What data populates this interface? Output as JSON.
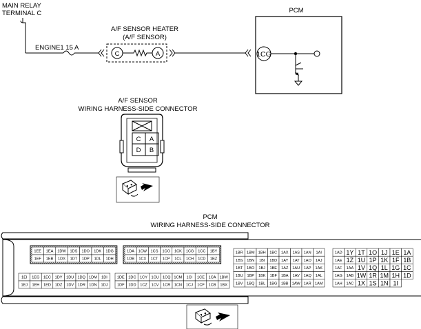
{
  "schematic": {
    "main_relay_line1": "MAIN RELAY",
    "main_relay_line2": "TERMINAL C",
    "fuse_label": "ENGINE1 15 A",
    "heater_line1": "A/F SENSOR HEATER",
    "heater_line2": "(A/F SENSOR)",
    "heater_pin_c": "C",
    "heater_pin_a": "A",
    "pcm_title": "PCM",
    "pcm_pin": "1CG"
  },
  "af_connector": {
    "title_line1": "A/F SENSOR",
    "title_line2": "WIRING HARNESS-SIDE CONNECTOR",
    "pins": [
      "C",
      "A",
      "D",
      "B"
    ]
  },
  "pcm_connector": {
    "title_line1": "PCM",
    "title_line2": "WIRING HARNESS-SIDE CONNECTOR",
    "block1_hatched": [
      [
        "1EE",
        "1EA",
        "1DW",
        "1DS",
        "1DO",
        "1DK",
        "1DG"
      ],
      [
        "1EF",
        "1EB",
        "1DX",
        "1DT",
        "1DP",
        "1DL",
        "1DH"
      ]
    ],
    "block1_lower": [
      [
        "1EI",
        "1EG",
        "1EC",
        "1DY",
        "1DU",
        "1DQ",
        "1DM",
        "1DI"
      ],
      [
        "1EJ",
        "1EH",
        "1ED",
        "1DZ",
        "1DV",
        "1DR",
        "1DN",
        "1DJ"
      ]
    ],
    "block2_hatched": [
      [
        "1DA",
        "1CW",
        "1CS",
        "1CO",
        "1CK",
        "1CG",
        "1CC",
        "1BY"
      ],
      [
        "1DB",
        "1CX",
        "1CT",
        "1CP",
        "1CL",
        "1CH",
        "1CD",
        "1BZ"
      ]
    ],
    "block2_lower": [
      [
        "1DE",
        "1DC",
        "1CY",
        "1CU",
        "1CQ",
        "1CM",
        "1CI",
        "1CE",
        "1CA",
        "1BW"
      ],
      [
        "1DF",
        "1DD",
        "1CZ",
        "1CV",
        "1CR",
        "1CN",
        "1CJ",
        "1CF",
        "1CB",
        "1BX"
      ]
    ],
    "block3": [
      [
        "1BR",
        "1BM",
        "1BH",
        "1BC",
        "1AX",
        "1AS",
        "1AN",
        "1AI"
      ],
      [
        "1BS",
        "1BN",
        "1BI",
        "1BD",
        "1AY",
        "1AT",
        "1AO",
        "1AJ"
      ],
      [
        "1BT",
        "1BO",
        "1BJ",
        "1BE",
        "1AZ",
        "1AU",
        "1AP",
        "1AK"
      ],
      [
        "1BU",
        "1BP",
        "1BK",
        "1BF",
        "1BA",
        "1AV",
        "1AQ",
        "1AL"
      ],
      [
        "1BV",
        "1BQ",
        "1BL",
        "1BG",
        "1BB",
        "1AW",
        "1AR",
        "1AM"
      ]
    ],
    "block4": [
      [
        "1AD",
        "1Y",
        "1T",
        "1O",
        "1J",
        "1E",
        "1A"
      ],
      [
        "1AE",
        "1Z",
        "1U",
        "1P",
        "1K",
        "1F",
        "1B"
      ],
      [
        "1AF",
        "1AA",
        "1V",
        "1Q",
        "1L",
        "1G",
        "1C"
      ],
      [
        "1AG",
        "1AB",
        "1W",
        "1R",
        "1M",
        "1H",
        "1D"
      ],
      [
        "1AH",
        "1AC",
        "1X",
        "1S",
        "1N",
        "1I",
        ""
      ]
    ]
  },
  "icons": {
    "view_arrow_1": "connector-view-arrow-icon",
    "view_arrow_2": "connector-view-arrow-icon"
  }
}
